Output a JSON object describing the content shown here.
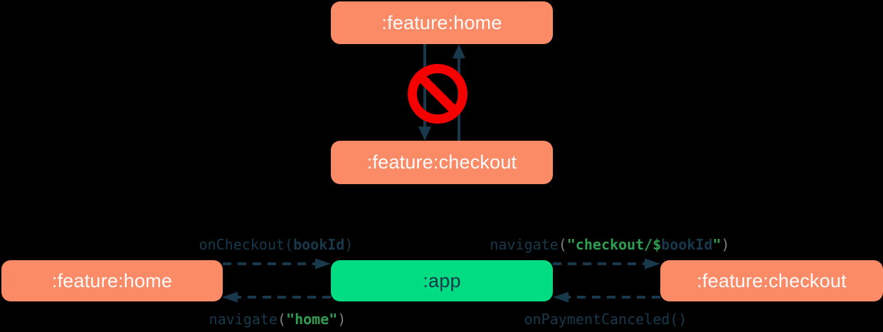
{
  "colors": {
    "background": "#000000",
    "node_coral": "#FB8A66",
    "node_green": "#00DC82",
    "arrow_navy": "#17394B",
    "code_navy": "#17394B",
    "code_string_green": "#2F9E53",
    "code_paren_gray": "#7F7F7F",
    "no_entry_red": "#F50100",
    "node_text_light": "#FAFAFA"
  },
  "top_diagram": {
    "home_label": ":feature:home",
    "checkout_label": ":feature:checkout"
  },
  "bottom_diagram": {
    "home_label": ":feature:home",
    "app_label": ":app",
    "checkout_label": ":feature:checkout",
    "on_checkout": {
      "fn": "onCheckout",
      "open": "(",
      "arg": "bookId",
      "close": ")"
    },
    "navigate_checkout": {
      "fn": "navigate",
      "open": "(",
      "str_open": "\"checkout/",
      "dollar": "$",
      "variable": "bookId",
      "str_close": "\"",
      "close": ")"
    },
    "navigate_home": {
      "fn": "navigate",
      "open": "(",
      "str": "\"home\"",
      "close": ")"
    },
    "on_payment_canceled": {
      "fn": "onPaymentCanceled",
      "parens": "()"
    }
  }
}
